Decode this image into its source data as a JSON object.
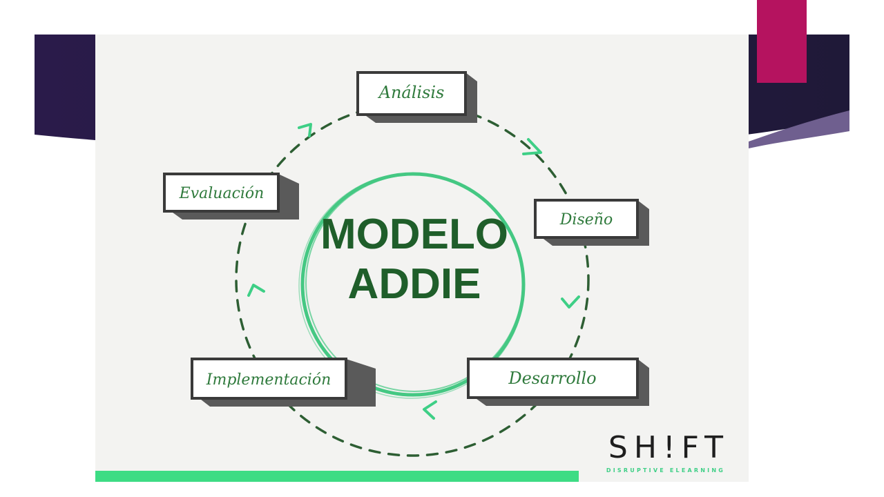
{
  "slide": {
    "colors": {
      "dark_band": "#2a1b4a",
      "accent_pink": "#b5135f",
      "light_band": "#6f5f8f"
    }
  },
  "diagram": {
    "title_line1": "MODELO",
    "title_line2": "ADDIE",
    "stages": [
      {
        "id": "analisis",
        "label": "Análisis"
      },
      {
        "id": "diseno",
        "label": "Diseño"
      },
      {
        "id": "desarrollo",
        "label": "Desarrollo"
      },
      {
        "id": "implementacion",
        "label": "Implementación"
      },
      {
        "id": "evaluacion",
        "label": "Evaluación"
      }
    ],
    "colors": {
      "circle": "#45c883",
      "title": "#1f5e2a",
      "label": "#2f7a3c",
      "dashes": "#2d5e33",
      "arrow": "#3ecf86"
    }
  },
  "logo": {
    "text": "SH!FT",
    "tagline": "DISRUPTIVE ELEARNING"
  }
}
